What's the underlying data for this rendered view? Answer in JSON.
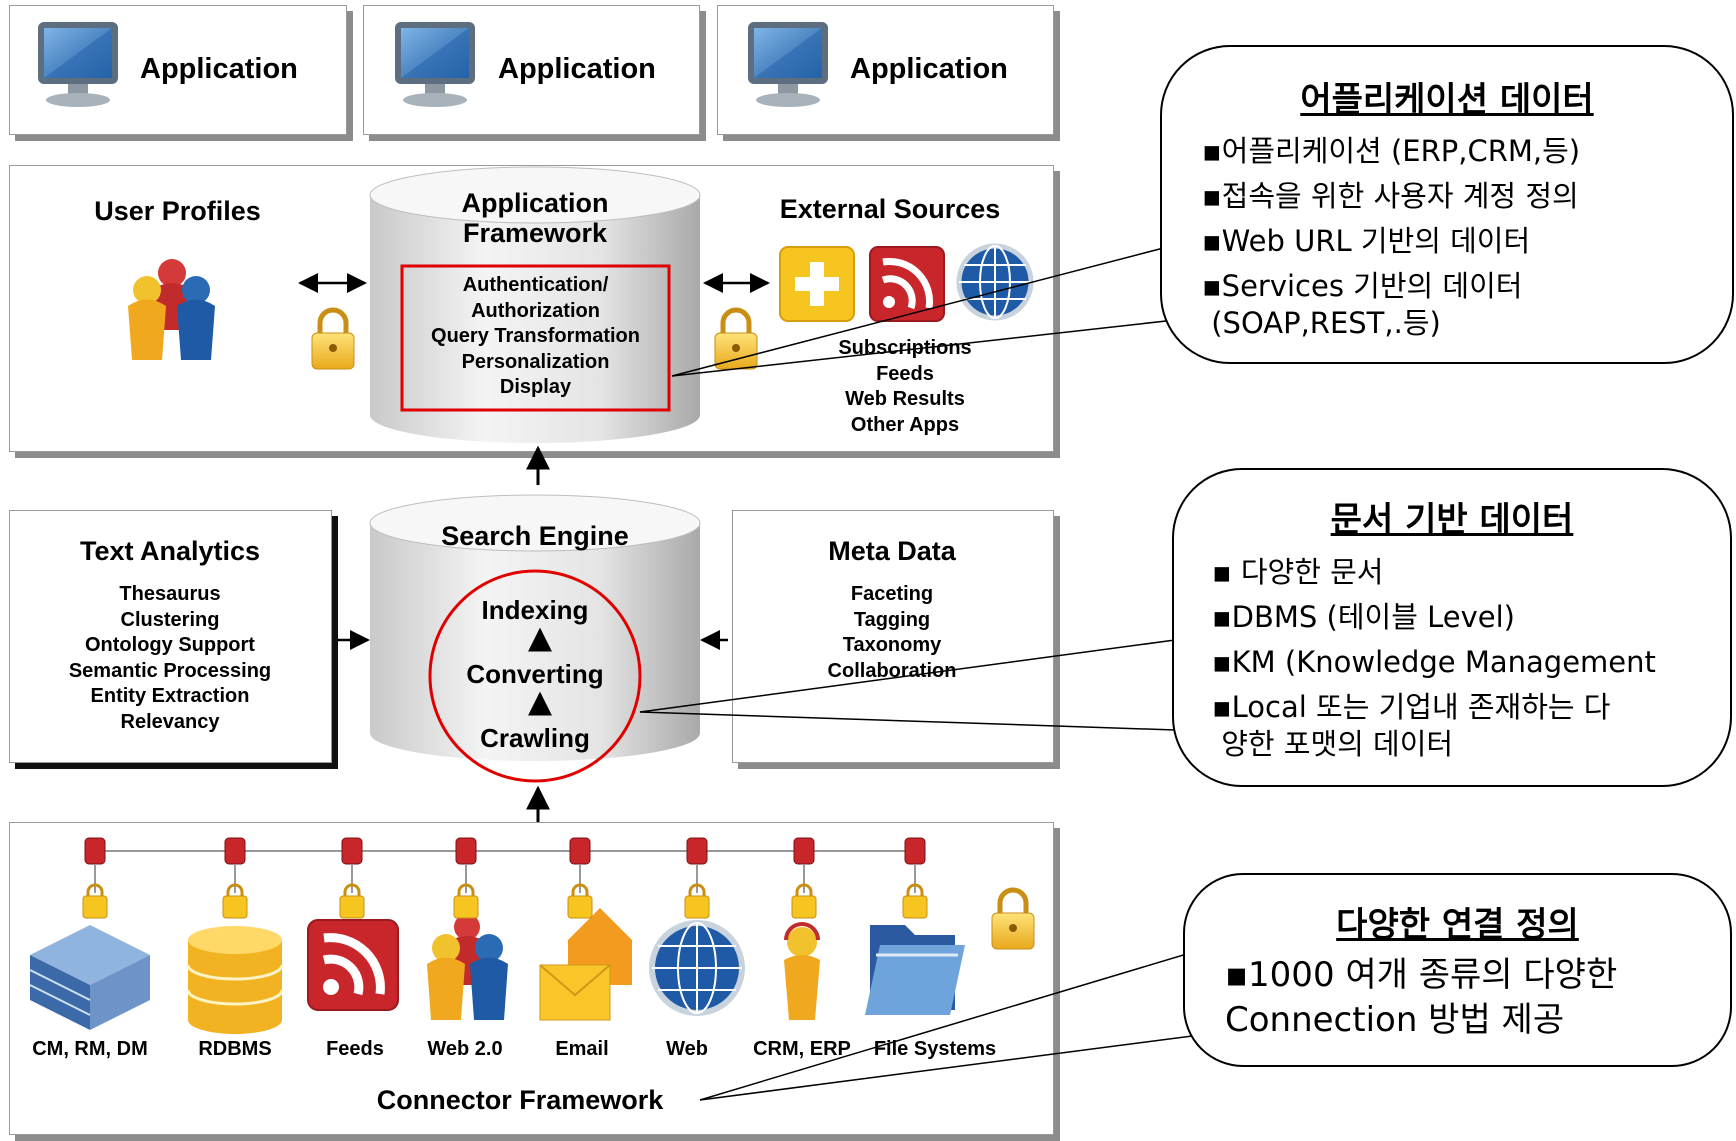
{
  "applications": [
    "Application",
    "Application",
    "Application"
  ],
  "framework": {
    "title": "Application Framework",
    "items": [
      "Authentication/",
      "Authorization",
      "Query Transformation",
      "Personalization",
      "Display"
    ],
    "user_profiles": "User Profiles",
    "external_sources": "External Sources",
    "external_items": [
      "Subscriptions",
      "Feeds",
      "Web Results",
      "Other Apps"
    ]
  },
  "search": {
    "title": "Search Engine",
    "steps": [
      "Indexing",
      "Converting",
      "Crawling"
    ],
    "text_analytics": {
      "title": "Text  Analytics",
      "items": [
        "Thesaurus",
        "Clustering",
        "Ontology Support",
        "Semantic Processing",
        "Entity Extraction",
        "Relevancy"
      ]
    },
    "meta_data": {
      "title": "Meta Data",
      "items": [
        "Faceting",
        "Tagging",
        "Taxonomy",
        "Collaboration"
      ]
    }
  },
  "connectors": {
    "labels": [
      "CM, RM, DM",
      "RDBMS",
      "Feeds",
      "Web 2.0",
      "Email",
      "Web",
      "CRM, ERP",
      "File Systems"
    ],
    "framework_label": "Connector Framework"
  },
  "callouts": {
    "app_data": {
      "title": "어플리케이션 데이터",
      "lines": [
        "▪어플리케이션 (ERP,CRM,등)",
        "▪접속을 위한 사용자 계정 정의",
        "▪Web URL 기반의 데이터",
        "▪Services 기반의 데이터",
        " (SOAP,REST,.등)"
      ]
    },
    "doc_data": {
      "title": "문서 기반 데이터",
      "lines": [
        "▪ 다양한 문서",
        "▪DBMS (테이블 Level)",
        "▪KM (Knowledge Management",
        "▪Local 또는 기업내 존재하는 다",
        " 양한 포맷의 데이터"
      ]
    },
    "connection": {
      "title": "다양한 연결 정의",
      "lines": [
        "▪1000 여개 종류의 다양한",
        "Connection 방법 제공"
      ]
    }
  },
  "colors": {
    "highlight": "#e00000",
    "lock": "#f2c22e",
    "red_icon": "#c8262b",
    "blue_icon": "#1f5aa6"
  }
}
